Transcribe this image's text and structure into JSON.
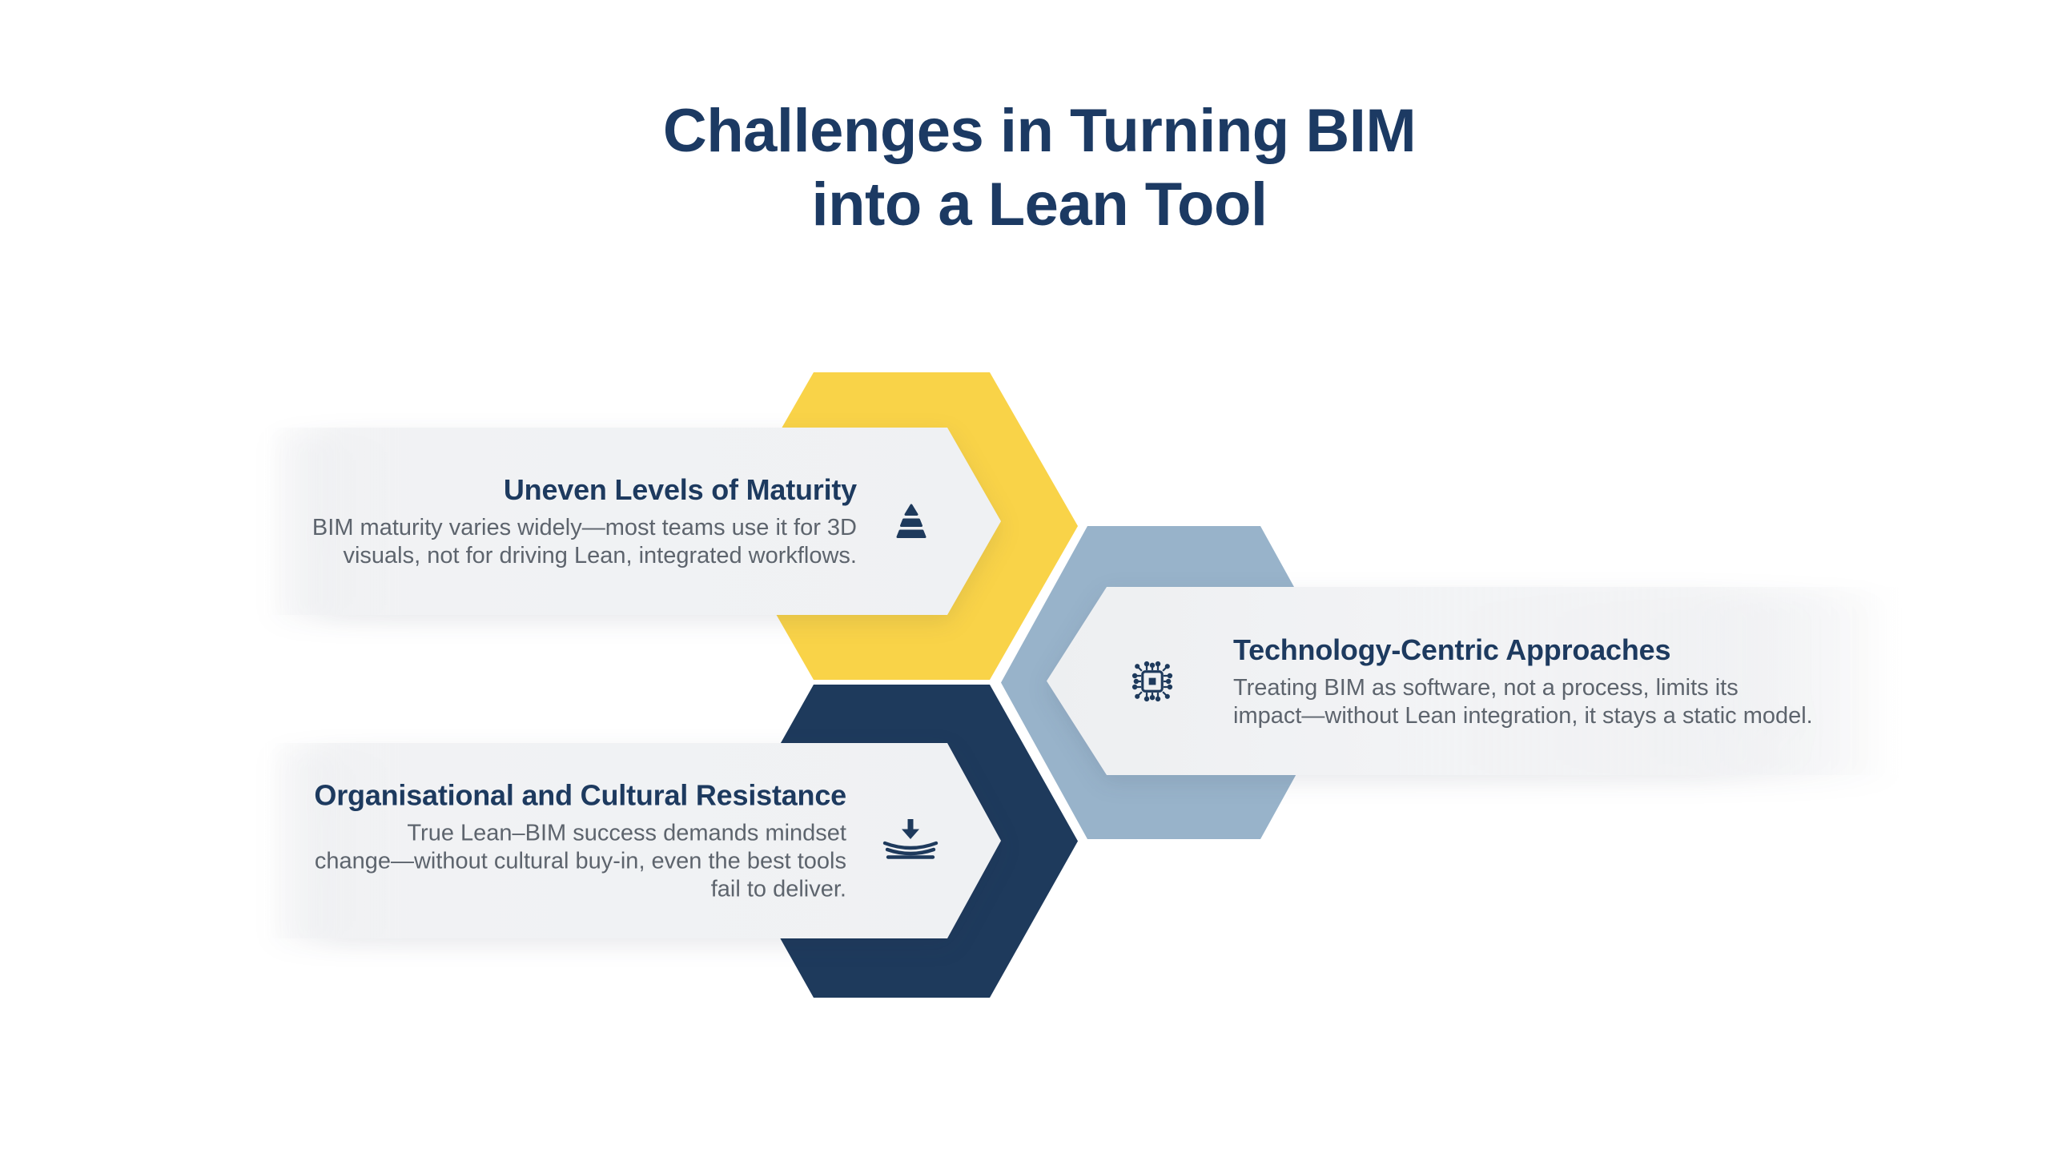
{
  "title": {
    "line1": "Challenges in Turning BIM",
    "line2": "into a Lean Tool"
  },
  "cards": [
    {
      "heading": "Uneven Levels of Maturity",
      "body": "BIM maturity varies widely—most teams use it for 3D\nvisuals, not for driving Lean, integrated workflows.",
      "icon": "maturity-pyramid-icon",
      "hex_color": "#F9D348"
    },
    {
      "heading": "Technology-Centric Approaches",
      "body": "Treating BIM as software, not a process, limits its\nimpact—without Lean integration, it stays a static model.",
      "icon": "microchip-icon",
      "hex_color": "#98B3CA"
    },
    {
      "heading": "Organisational and Cultural Resistance",
      "body": "True Lean–BIM success demands mindset\nchange—without cultural buy-in, even the best tools\nfail to deliver.",
      "icon": "pressure-resistance-icon",
      "hex_color": "#1E3A5C"
    }
  ],
  "colors": {
    "background": "#FFFFFF",
    "title_text": "#1C3A63",
    "heading_text": "#1D3A5F",
    "body_text": "#5D646D",
    "card_background": "#F1F2F4",
    "yellow_hexagon": "#F9D348",
    "steel_hexagon": "#98B3CA",
    "navy_hexagon": "#1E3A5C"
  }
}
